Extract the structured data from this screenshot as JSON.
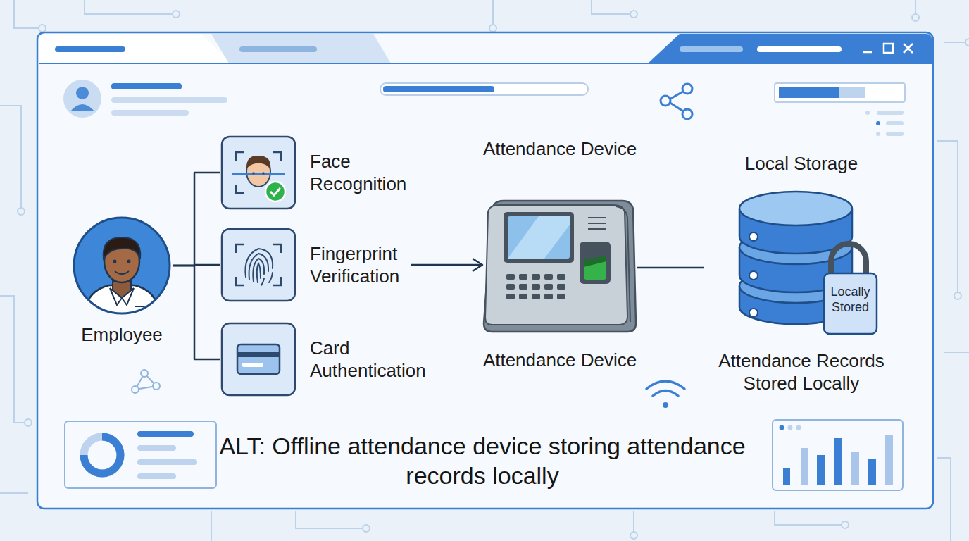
{
  "diagram": {
    "caption": "ALT: Offline attendance device storing attendance records locally",
    "nodes": [
      {
        "text": [
          "Employee"
        ]
      },
      {
        "text": [
          "Face Recognition"
        ]
      },
      {
        "text": [
          "Fingerprint Verification"
        ]
      },
      {
        "text": [
          "Card Authentication"
        ]
      },
      {
        "text": [
          "Attendance Device",
          "Attendance Device"
        ]
      },
      {
        "text": [
          "Local Storage",
          "Locally Stored",
          "Attendance Records Stored Locally"
        ]
      }
    ],
    "edges": [
      {
        "from": 0,
        "to": 1,
        "arrow": "none"
      },
      {
        "from": 0,
        "to": 2,
        "arrow": "none"
      },
      {
        "from": 0,
        "to": 3,
        "arrow": "none"
      },
      {
        "from": 2,
        "to": 4,
        "arrow": "to"
      },
      {
        "from": 4,
        "to": 5,
        "arrow": "none"
      }
    ]
  }
}
